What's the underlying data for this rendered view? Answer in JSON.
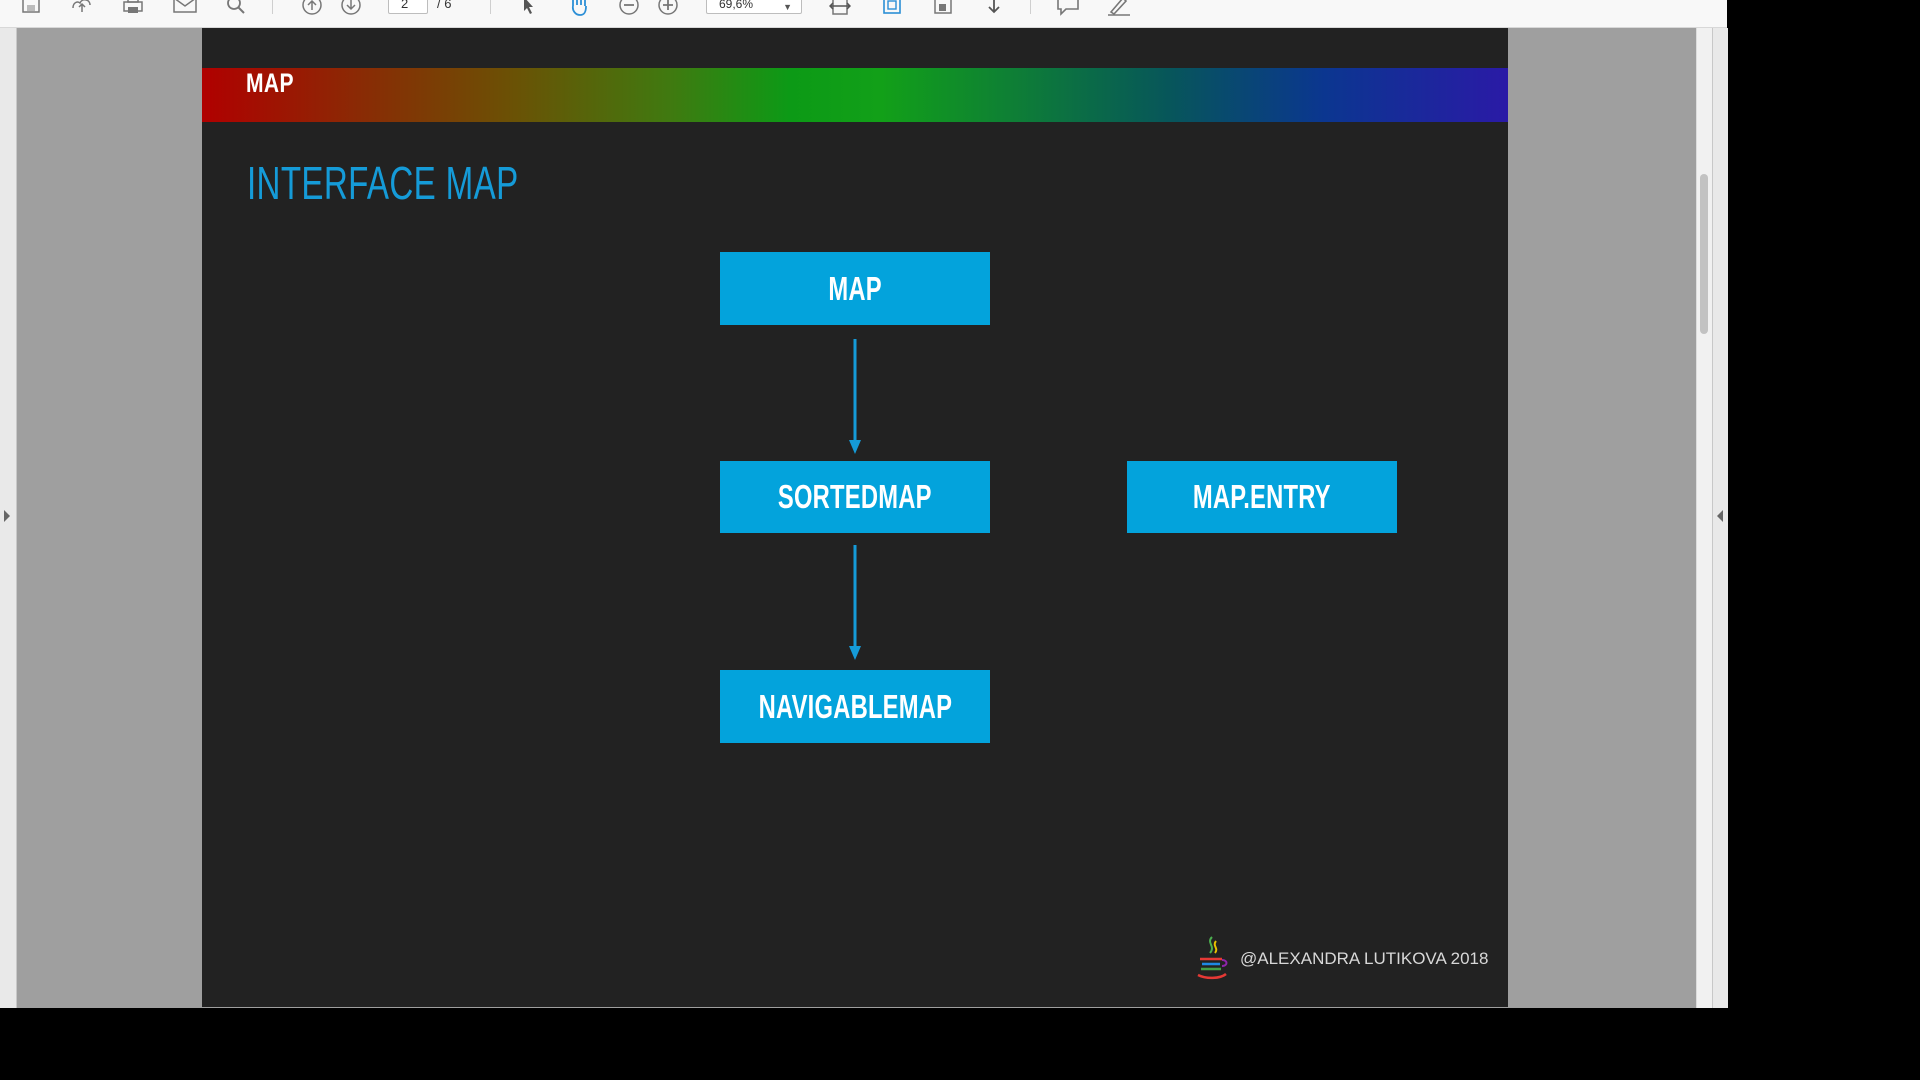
{
  "toolbar": {
    "page_current": "2",
    "page_total": "/ 6",
    "zoom": "69,6%",
    "icons": [
      "save-icon",
      "upload-icon",
      "print-icon",
      "email-icon",
      "search-icon",
      "page-up-icon",
      "page-down-icon",
      "select-cursor-icon",
      "hand-tool-icon",
      "zoom-out-icon",
      "zoom-in-icon",
      "fit-width-icon",
      "fit-page-icon",
      "rotate-icon",
      "download-icon",
      "comment-icon",
      "sign-icon"
    ]
  },
  "slide": {
    "header": "MAP",
    "title": "INTERFACE MAP",
    "colors": {
      "background": "#222222",
      "accent": "#03a3dc",
      "title": "#159bd8"
    },
    "diagram": {
      "nodes": [
        {
          "id": "map",
          "label": "MAP"
        },
        {
          "id": "sortedmap",
          "label": "SORTEDMAP"
        },
        {
          "id": "navigablemap",
          "label": "NAVIGABLEMAP"
        },
        {
          "id": "mapentry",
          "label": "MAP.ENTRY"
        }
      ],
      "edges": [
        {
          "from": "map",
          "to": "sortedmap"
        },
        {
          "from": "sortedmap",
          "to": "navigablemap"
        }
      ]
    },
    "footer": "@ALEXANDRA LUTIKOVA 2018",
    "footer_logo": "java-logo-icon"
  }
}
